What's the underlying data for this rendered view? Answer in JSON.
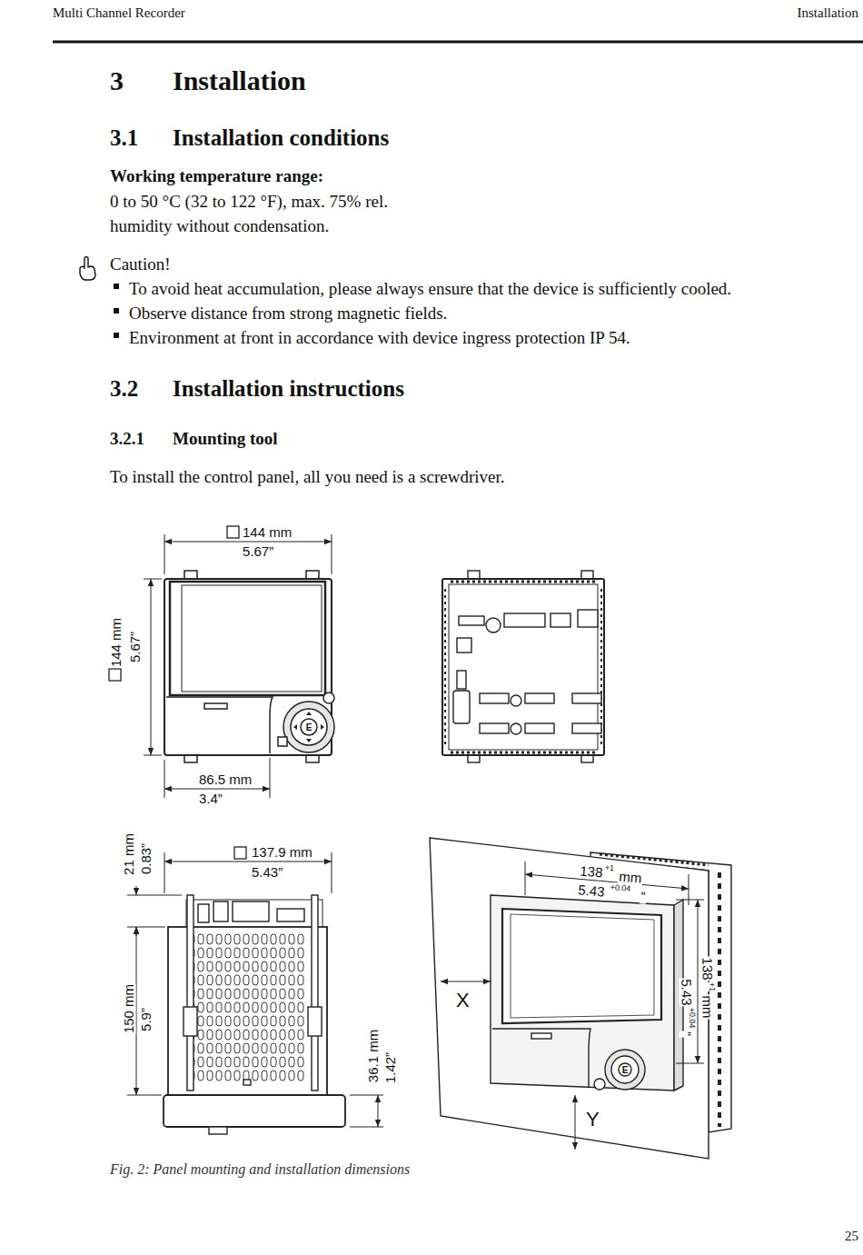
{
  "diagram": {
    "title": "Installation",
    "caption": "Fig. 2: Panel mounting and installation dimensions",
    "labels": [
      "Multi Channel Recorder",
      "Installation",
      "3",
      "3.1",
      "Installation conditions",
      "Working temperature range:",
      "0 to 50 °C (32 to 122 °F), max. 75% rel. humidity without condensation.",
      "Caution!",
      "To avoid heat accumulation, please always ensure that the device is sufficiently cooled.",
      "Observe distance from strong magnetic fields.",
      "Environment at front in accordance with device ingress protection IP 54.",
      "3.2",
      "Installation instructions",
      "3.2.1",
      "Mounting tool",
      "To install the control panel, all you need is a screwdriver.",
      "144 mm",
      "5.67”",
      "144 mm",
      "5.67”",
      "86.5 mm",
      "3.4”",
      "21 mm",
      "0.83”",
      "137.9 mm",
      "5.43”",
      "150 mm",
      "5.9”",
      "36.1 mm",
      "1.42”",
      "138",
      "+1",
      "mm",
      "5.43",
      "+0.04",
      "“",
      "138",
      "+1",
      "mm",
      "5.43",
      "+0.04",
      "“",
      "X",
      "Y",
      "E",
      "E",
      "25"
    ]
  }
}
